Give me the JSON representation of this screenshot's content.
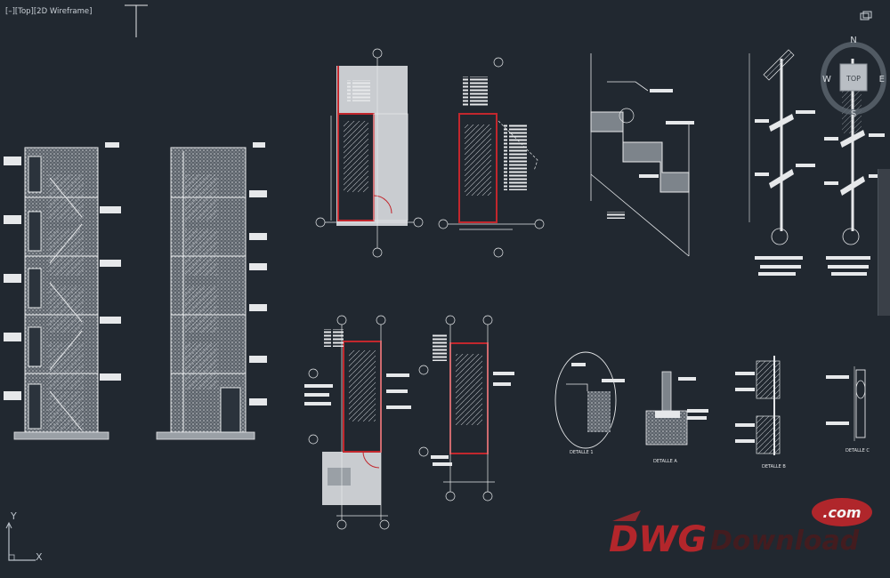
{
  "viewport": {
    "label": "[–][Top][2D Wireframe]",
    "background_color": "#212830"
  },
  "viewcube": {
    "compass_north": "N",
    "compass_south": "S",
    "compass_east": "E",
    "compass_west": "W",
    "face_label": "TOP"
  },
  "ucs": {
    "x_label": "X",
    "y_label": "Y"
  },
  "watermark": {
    "brand_main": "DWGDownload",
    "brand_prefix": "DWG",
    "brand_suffix": "Download",
    "badge": ".com"
  },
  "detail_labels": [
    "DETALLE 1",
    "DETALLE A",
    "DETALLE B",
    "DETALLE C"
  ],
  "colors": {
    "linework": "#e6e8ea",
    "hatch": "#9aa0a6",
    "accent_red": "#c2272d",
    "wm_red": "#c0262b"
  },
  "icons": [
    "restore-icon",
    "crosshair-icon",
    "viewcube-icon",
    "ucs-icon"
  ]
}
